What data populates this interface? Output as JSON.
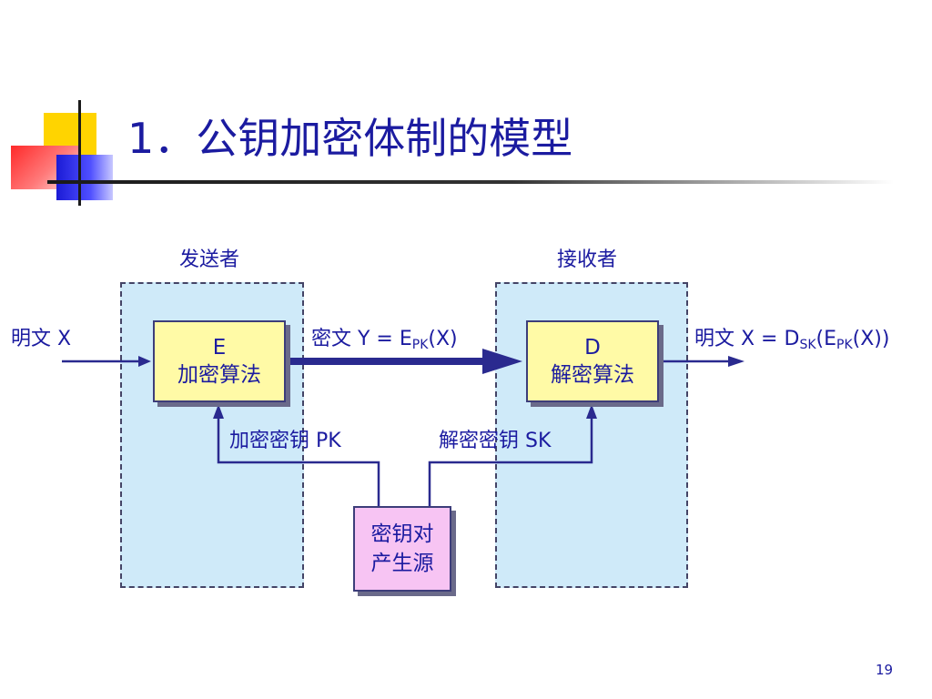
{
  "slide": {
    "title": "1．公钥加密体制的模型",
    "page_number": "19"
  },
  "diagram": {
    "sender_label": "发送者",
    "receiver_label": "接收者",
    "plaintext_in": "明文 X",
    "ciphertext": {
      "prefix": "密文 Y = E",
      "sub": "PK",
      "suffix": "(X)"
    },
    "plaintext_out": {
      "t1": "明文 X = D",
      "s1": "SK",
      "t2": "(E",
      "s2": "PK",
      "t3": "(X))"
    },
    "encrypt_box": {
      "letter": "E",
      "name": "加密算法"
    },
    "decrypt_box": {
      "letter": "D",
      "name": "解密算法"
    },
    "encrypt_key_label": "加密密钥 PK",
    "decrypt_key_label": "解密密钥 SK",
    "keygen_box": {
      "line1": "密钥对",
      "line2": "产生源"
    },
    "colors": {
      "text": "#1b1ba0",
      "region_fill": "#cfeaf9",
      "algo_fill": "#fffaa6",
      "keygen_fill": "#f7c4f3",
      "arrow": "#2a2a8f"
    }
  }
}
